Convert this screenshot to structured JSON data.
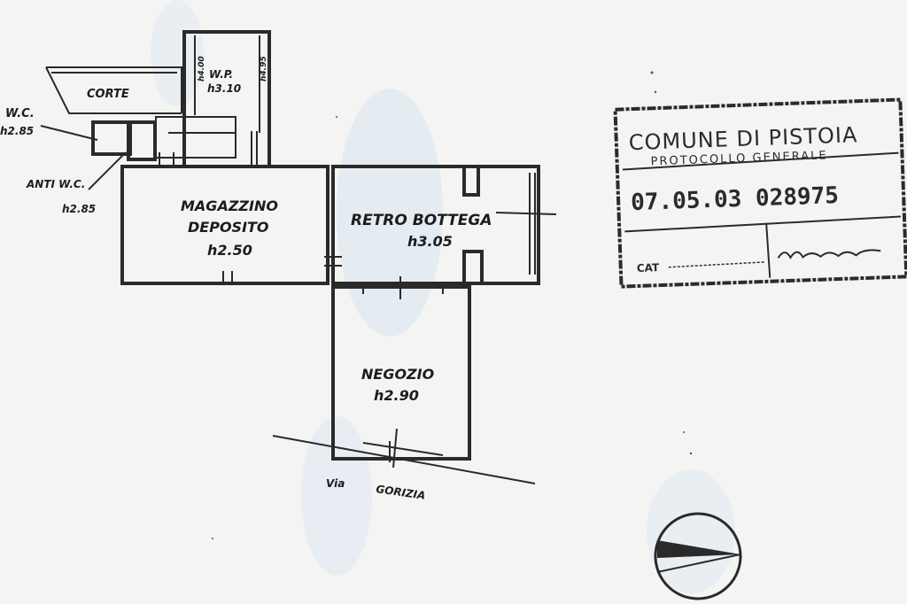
{
  "rooms": {
    "corte": "CORTE",
    "wp": "W.P.",
    "wp_height": "h3.10",
    "wp_side_left": "h4.00",
    "wp_side_right": "h4.95",
    "wc": "W.C.",
    "wc_height": "h2.85",
    "anti_wc": "ANTI W.C.",
    "anti_wc_height": "h2.85",
    "magazzino_line1": "MAGAZZINO",
    "magazzino_line2": "DEPOSITO",
    "magazzino_height": "h2.50",
    "retro": "RETRO BOTTEGA",
    "retro_height": "h3.05",
    "negozio": "NEGOZIO",
    "negozio_height": "h2.90"
  },
  "street": {
    "prefix": "Via",
    "name": "GORIZIA"
  },
  "stamp": {
    "line1": "COMUNE DI PISTOIA",
    "line2": "PROTOCOLLO GENERALE",
    "number": "07.05.03 028975",
    "cat": "CAT"
  },
  "colors": {
    "ink": "#2a2a2a",
    "paper": "#f4f5f3",
    "tint": "#d7e1ee"
  },
  "icons": {
    "north_arrow": "north-arrow-icon"
  }
}
